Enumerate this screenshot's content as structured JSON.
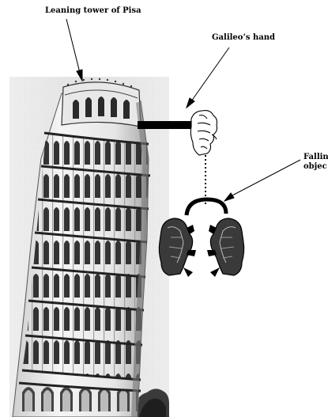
{
  "labels": {
    "tower": "Leaning tower of Pisa",
    "hand": "Galileo’s hand",
    "falling_line1": "Fallin",
    "falling_line2": "objec"
  },
  "colors": {
    "ink": "#000000",
    "background_photo": "#d9d9d9",
    "stone": "#ebebeb",
    "arch_dark": "#222222"
  }
}
